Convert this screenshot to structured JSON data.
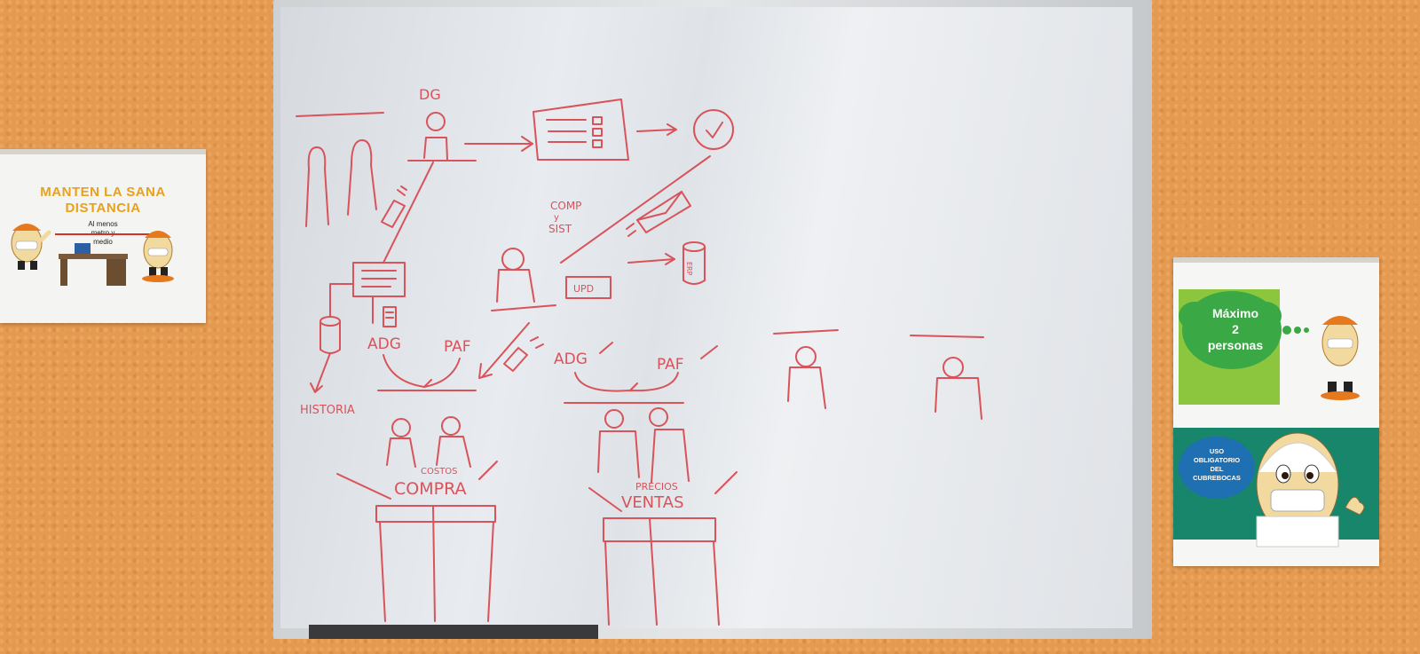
{
  "poster_left": {
    "title_line1": "MANTEN LA SANA",
    "title_line2": "DISTANCIA",
    "subtitle_1": "Al menos",
    "subtitle_2": "metro y",
    "subtitle_3": "medio"
  },
  "poster_right": {
    "cloud_line1": "Máximo",
    "cloud_line2": "2",
    "cloud_line3": "personas",
    "bubble_line1": "USO",
    "bubble_line2": "OBLIGATORIO",
    "bubble_line3": "DEL",
    "bubble_line4": "CUBREBOCAS"
  },
  "whiteboard": {
    "dg": "DG",
    "comp": "COMP",
    "y": "y",
    "sist": "SIST",
    "upd": "UPD",
    "erp": "ERP",
    "adg_left": "ADG",
    "paf_left": "PAF",
    "adg_right": "ADG",
    "paf_right": "PAF",
    "historia": "HISTORIA",
    "costos": "COSTOS",
    "compra": "COMPRA",
    "precios": "PRECIOS",
    "ventas": "VENTAS"
  }
}
